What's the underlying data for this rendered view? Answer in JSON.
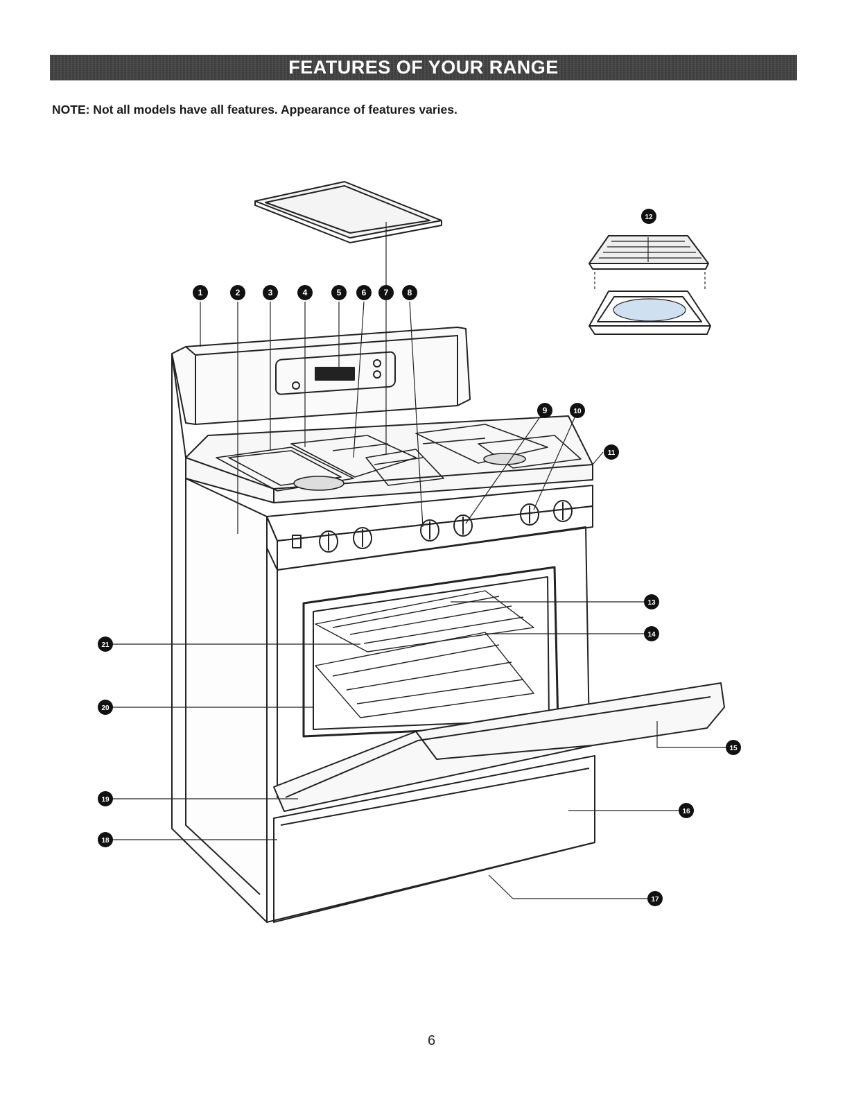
{
  "header": {
    "title": "FEATURES OF YOUR RANGE"
  },
  "note": "NOTE: Not all models have all features. Appearance of features varies.",
  "page_number": "6",
  "callouts": [
    {
      "n": "1"
    },
    {
      "n": "2"
    },
    {
      "n": "3"
    },
    {
      "n": "4"
    },
    {
      "n": "5"
    },
    {
      "n": "6"
    },
    {
      "n": "7"
    },
    {
      "n": "8"
    },
    {
      "n": "9"
    },
    {
      "n": "10"
    },
    {
      "n": "11"
    },
    {
      "n": "12"
    },
    {
      "n": "13"
    },
    {
      "n": "14"
    },
    {
      "n": "15"
    },
    {
      "n": "16"
    },
    {
      "n": "17"
    },
    {
      "n": "18"
    },
    {
      "n": "19"
    },
    {
      "n": "20"
    },
    {
      "n": "21"
    }
  ]
}
